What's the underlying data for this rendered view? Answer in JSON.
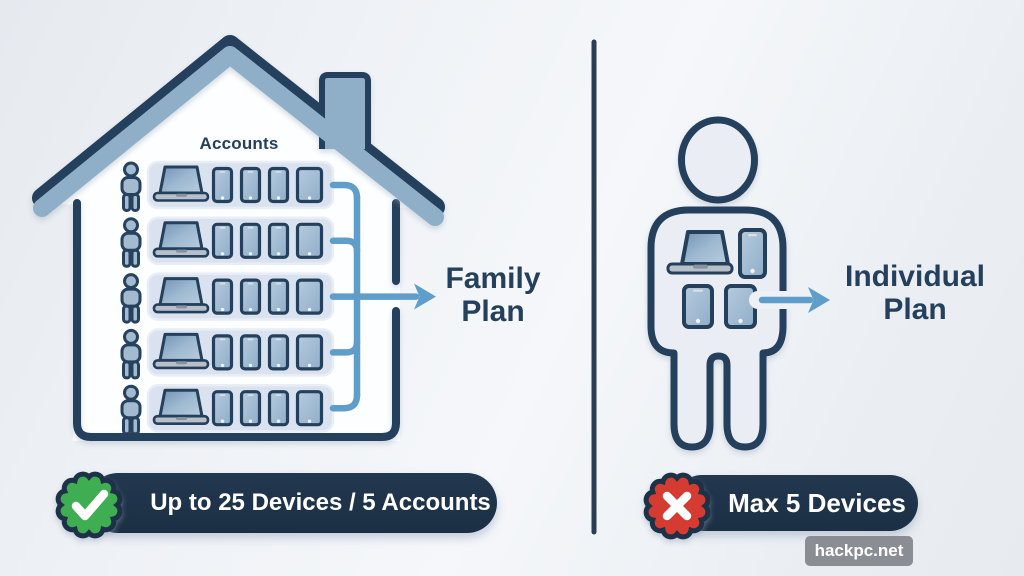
{
  "left_panel": {
    "accounts_label": "Accounts",
    "plan_name_line1": "Family",
    "plan_name_line2": "Plan",
    "accounts_count": 5,
    "devices_per_account": 5,
    "badge": {
      "label": "Up to 25 Devices / 5 Accounts",
      "icon": "check-seal-icon"
    }
  },
  "right_panel": {
    "plan_name_line1": "Individual",
    "plan_name_line2": "Plan",
    "devices_shown": 4,
    "badge": {
      "label": "Max 5 Devices",
      "icon": "x-seal-icon"
    }
  },
  "watermark": {
    "text": "hackpc.net"
  },
  "colors": {
    "navy_outline": "#24405c",
    "badge_navy": "#1e3247",
    "steel_blue": "#8fafc9",
    "connector_blue": "#5f9dca",
    "seal_green": "#3fae52",
    "seal_red": "#d63b31",
    "row_background": "#d9e2ee",
    "house_white": "#fdfeff",
    "page_background": "#eef1f5"
  }
}
